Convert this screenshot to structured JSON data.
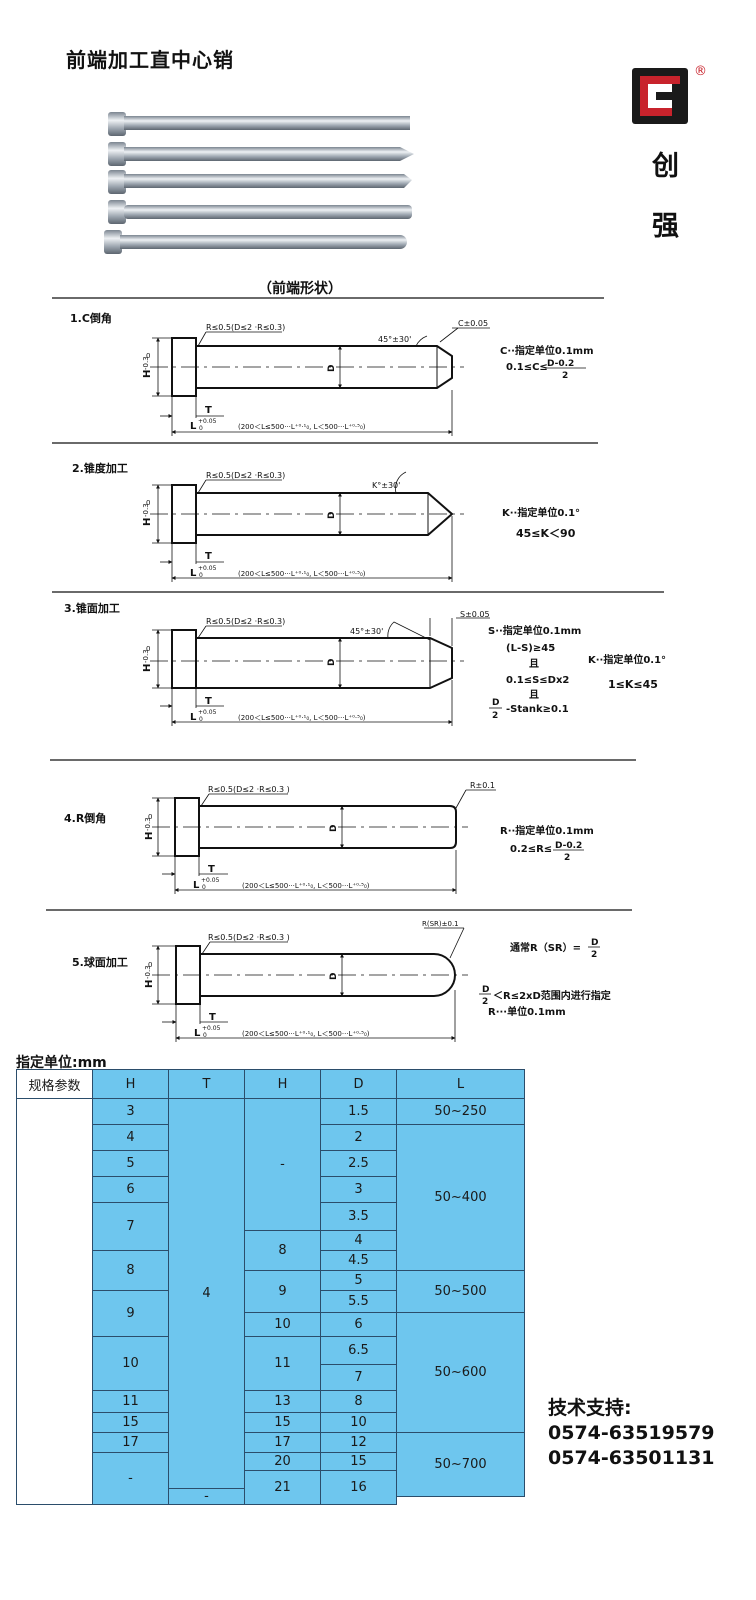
{
  "title": "前端加工直中心销",
  "brand": {
    "char1": "创",
    "char2": "强",
    "registered": "®"
  },
  "shapes_caption": "（前端形状）",
  "sections": [
    {
      "name": "1.C倒角",
      "radius_note": "R≤0.5(D≤2 ·R≤0.3)",
      "angle": "45°±30'",
      "tip_tol": "C±0.05",
      "spec1": "C··指定单位0.1mm",
      "spec2_prefix": "0.1≤C≤",
      "frac_num": "D-0.2",
      "frac_den": "2"
    },
    {
      "name": "2.锥度加工",
      "radius_note": "R≤0.5(D≤2 ·R≤0.3)",
      "angle": "K°±30'",
      "spec1": "K··指定单位0.1°",
      "spec2": "45≤K＜90"
    },
    {
      "name": "3.锥面加工",
      "radius_note": "R≤0.5(D≤2 ·R≤0.3)",
      "angle": "45°±30'",
      "tip_tol": "S±0.05",
      "spec1": "S··指定单位0.1mm",
      "spec2": "(L-S)≥45",
      "and1": "且",
      "spec3": "0.1≤S≤Dx2",
      "and2": "且",
      "frac_num": "D",
      "frac_den": "2",
      "spec4": "-Stank≥0.1",
      "kspec1": "K··指定单位0.1°",
      "kspec2": "1≤K≤45"
    },
    {
      "name": "4.R倒角",
      "radius_note": "R≤0.5(D≤2 ·R≤0.3 )",
      "tip_tol": "R±0.1",
      "spec1": "R··指定单位0.1mm",
      "spec2_prefix": "0.2≤R≤",
      "frac_num": "D-0.2",
      "frac_den": "2"
    },
    {
      "name": "5.球面加工",
      "radius_note": "R≤0.5(D≤2 ·R≤0.3 )",
      "tip_tol": "R(SR)±0.1",
      "spec1": "通常R（SR）=",
      "frac_num": "D",
      "frac_den": "2",
      "spec2": "＜R≤2xD范围内进行指定",
      "spec3": "R···单位0.1mm"
    }
  ],
  "dims": {
    "H": "H",
    "H_tol_top": "0",
    "H_tol": "-0.3",
    "D": "D",
    "T": "T",
    "L": "L",
    "L_tol_top": "+0.05",
    "L_tol_bot": "0",
    "L_range": "(200＜L≤500···L⁺⁰·¹₀, L＜500···L⁺⁰·⁵₀)"
  },
  "table": {
    "unit_label": "指定单位:mm",
    "headers": [
      "规格参数",
      "H",
      "T",
      "H",
      "D",
      "L"
    ],
    "h1": [
      "3",
      "4",
      "5",
      "6",
      "7",
      "8",
      "9",
      "10",
      "11",
      "15",
      "17",
      "-"
    ],
    "t": [
      "4",
      "-"
    ],
    "h2": [
      "-",
      "8",
      "9",
      "10",
      "11",
      "13",
      "15",
      "17",
      "20",
      "21"
    ],
    "d": [
      "1.5",
      "2",
      "2.5",
      "3",
      "3.5",
      "4",
      "4.5",
      "5",
      "5.5",
      "6",
      "6.5",
      "7",
      "8",
      "10",
      "12",
      "15",
      "16"
    ],
    "l": [
      "50~250",
      "50~400",
      "50~500",
      "50~600",
      "50~700"
    ]
  },
  "support": {
    "label": "技术支持:",
    "phone1": "0574-63519579",
    "phone2": "0574-63501131"
  }
}
